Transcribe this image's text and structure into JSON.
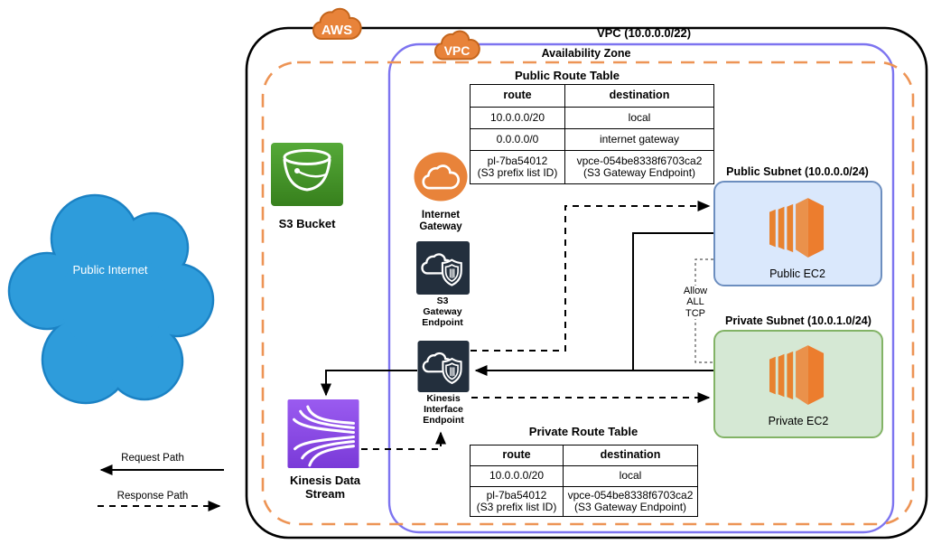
{
  "header": {
    "aws_badge": "AWS",
    "vpc_badge": "VPC",
    "vpc_title": "VPC (10.0.0.0/22)",
    "availability_zone_title": "Availability Zone"
  },
  "external": {
    "public_internet_label": "Public Internet"
  },
  "nodes": {
    "s3_bucket": {
      "label": "S3 Bucket"
    },
    "internet_gateway": {
      "label": "Internet\nGateway"
    },
    "s3_gateway_endpoint": {
      "label": "S3\nGateway\nEndpoint"
    },
    "kinesis_interface_endpoint": {
      "label": "Kinesis\nInterface\nEndpoint"
    },
    "kinesis_data_stream": {
      "label": "Kinesis Data\nStream"
    }
  },
  "subnets": {
    "public": {
      "title": "Public Subnet (10.0.0.0/24)",
      "instance": "Public EC2"
    },
    "private": {
      "title": "Private Subnet (10.0.1.0/24)",
      "instance": "Private EC2"
    }
  },
  "route_tables": {
    "public": {
      "title": "Public Route Table",
      "headers": [
        "route",
        "destination"
      ],
      "rows": [
        [
          "10.0.0.0/20",
          "local"
        ],
        [
          "0.0.0.0/0",
          "internet gateway"
        ],
        [
          "pl-7ba54012\n(S3 prefix list ID)",
          "vpce-054be8338f6703ca2\n(S3 Gateway Endpoint)"
        ]
      ]
    },
    "private": {
      "title": "Private Route Table",
      "headers": [
        "route",
        "destination"
      ],
      "rows": [
        [
          "10.0.0.0/20",
          "local"
        ],
        [
          "pl-7ba54012\n(S3 prefix list ID)",
          "vpce-054be8338f6703ca2\n(S3 Gateway Endpoint)"
        ]
      ]
    }
  },
  "annotations": {
    "allow_all_tcp": "Allow\nALL\nTCP"
  },
  "legend": {
    "request": "Request Path",
    "response": "Response Path"
  },
  "colors": {
    "aws_orange": "#E8833A",
    "az_dash_orange": "#ED9455",
    "vpc_border_blue": "#7D74F0",
    "outer_border_black": "#000000",
    "public_subnet_fill": "#DAE8FC",
    "public_subnet_border": "#6C8EBF",
    "private_subnet_fill": "#D5E8D4",
    "private_subnet_border": "#82B366",
    "endpoint_dark": "#232F3D",
    "kinesis_purple": "#8A4BE8",
    "s3_green": "#459A33",
    "ec2_orange": "#ED7E31",
    "internet_cloud_blue": "#2E9CDB"
  }
}
